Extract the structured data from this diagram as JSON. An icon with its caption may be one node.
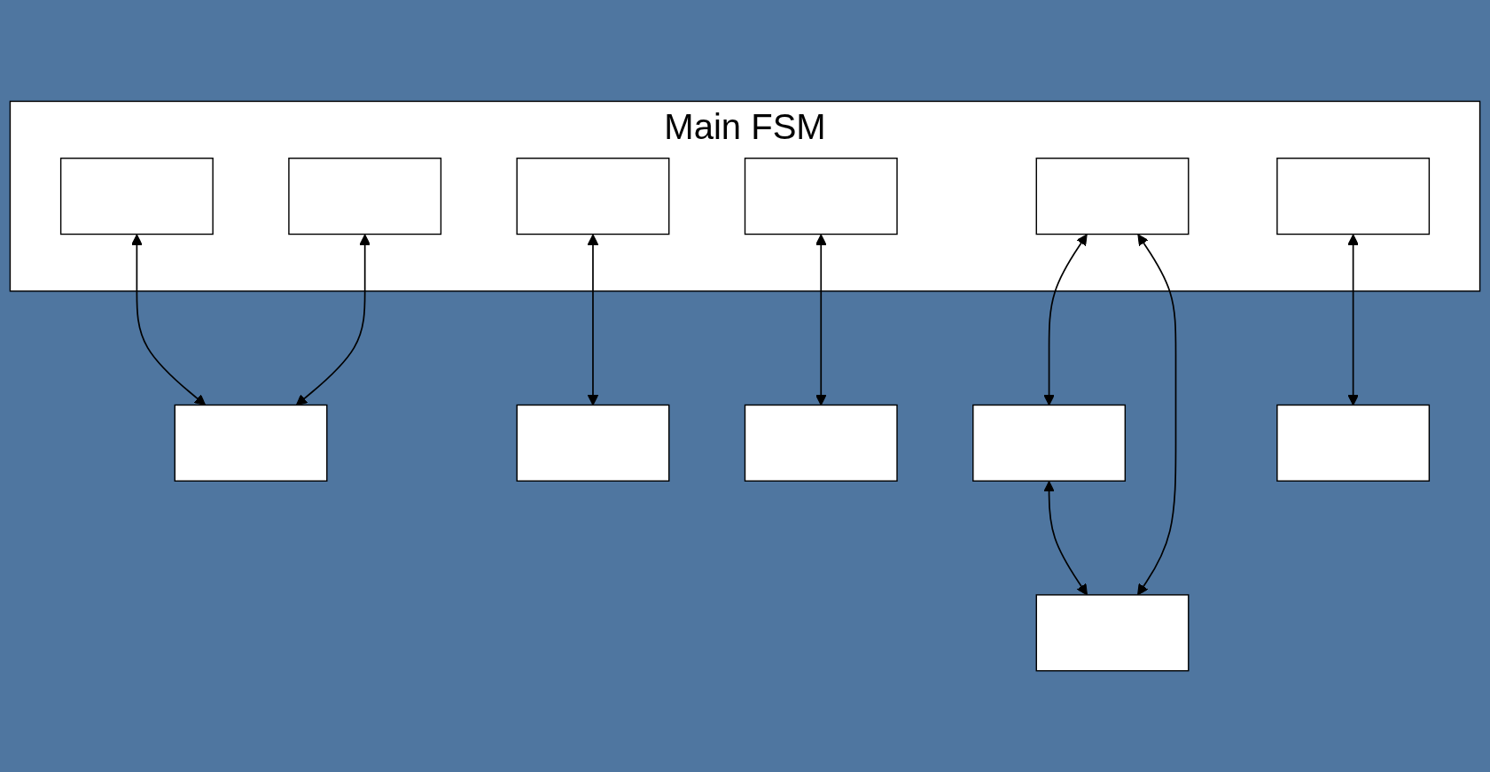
{
  "diagram": {
    "nodes": [
      {
        "text": [
          "Main FSM"
        ]
      },
      {
        "text": [],
        "shape": "box",
        "in": 0
      },
      {
        "text": [],
        "shape": "box",
        "in": 0
      },
      {
        "text": [],
        "shape": "box",
        "in": 0
      },
      {
        "text": [],
        "shape": "box",
        "in": 0
      },
      {
        "text": [],
        "shape": "box",
        "in": 0
      },
      {
        "text": [],
        "shape": "box",
        "in": 0
      },
      {
        "text": [],
        "shape": "box"
      },
      {
        "text": [],
        "shape": "box"
      },
      {
        "text": [],
        "shape": "box"
      },
      {
        "text": [],
        "shape": "box"
      },
      {
        "text": [],
        "shape": "box"
      },
      {
        "text": [],
        "shape": "box"
      }
    ],
    "edges": [
      {
        "from": 2,
        "to": 7,
        "arrow": "both"
      },
      {
        "from": 1,
        "to": 7,
        "arrow": "both"
      },
      {
        "from": 3,
        "to": 8,
        "arrow": "both"
      },
      {
        "from": 4,
        "to": 9,
        "arrow": "both"
      },
      {
        "from": 5,
        "to": 10,
        "arrow": "both"
      },
      {
        "from": 5,
        "to": 11,
        "arrow": "both"
      },
      {
        "from": 10,
        "to": 11,
        "arrow": "both"
      },
      {
        "from": 6,
        "to": 12,
        "arrow": "both"
      }
    ]
  }
}
